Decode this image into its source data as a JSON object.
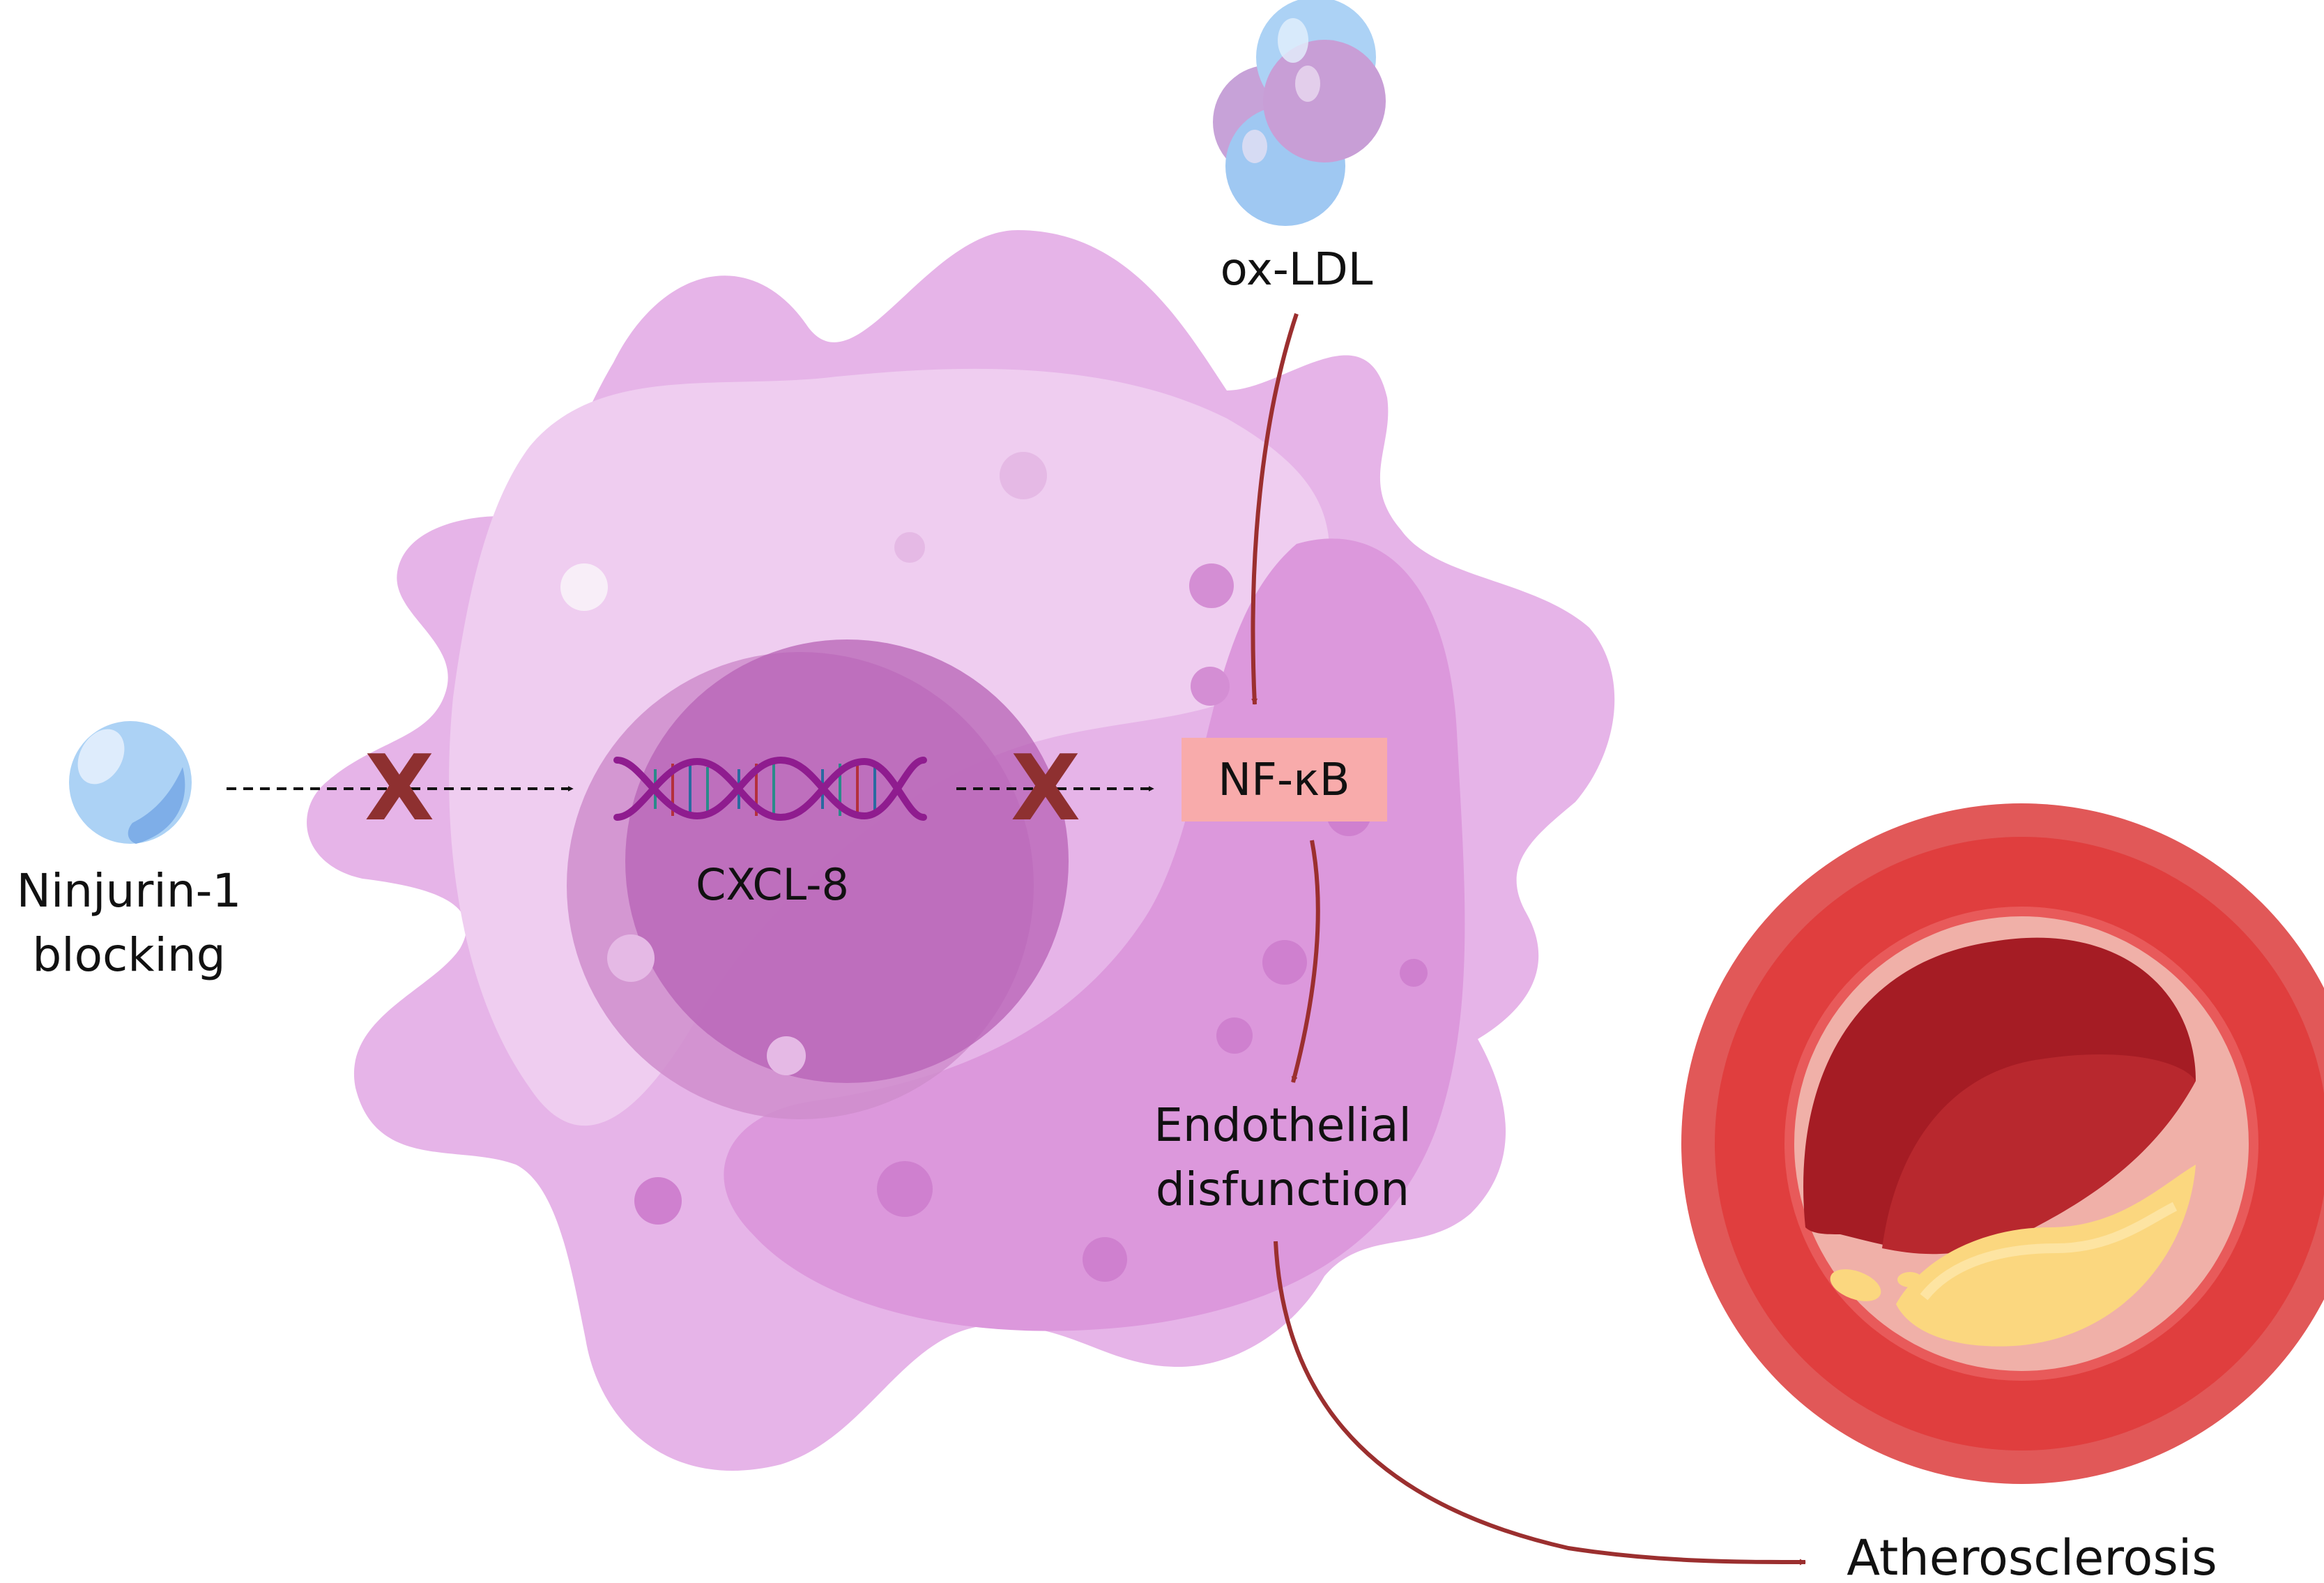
{
  "labels": {
    "oxldl": "ox-LDL",
    "ninjurin_line1": "Ninjurin-1",
    "ninjurin_line2": "blocking",
    "cxcl8": "CXCL-8",
    "nfkb": "NF-κB",
    "endothelial_line1": "Endothelial",
    "endothelial_line2": "disfunction",
    "atherosclerosis": "Atherosclerosis",
    "block_mark_1": "X",
    "block_mark_2": "X"
  },
  "colors": {
    "cell_outer": "#e6b4e8",
    "cell_inner": "#efcdf0",
    "cytoplasm": "#dc98dc",
    "nucleus": "#bd68bc",
    "arrow_red": "#9b2f2f",
    "block_x": "#8e3030",
    "nfkb_box": "#f8abab",
    "dna_backbone": "#8f1c8f",
    "vessel_outer": "#e15858",
    "vessel_wall": "#e03e3e",
    "lumen": "#a51c24",
    "plaque": "#fbd77f",
    "ninjurin_sphere": "#acd2f5"
  },
  "icons": {
    "ninjurin": "blue-sphere-icon",
    "oxldl": "lipoprotein-cluster-icon",
    "dna": "dna-helix-icon",
    "artery": "artery-cross-section-icon"
  }
}
